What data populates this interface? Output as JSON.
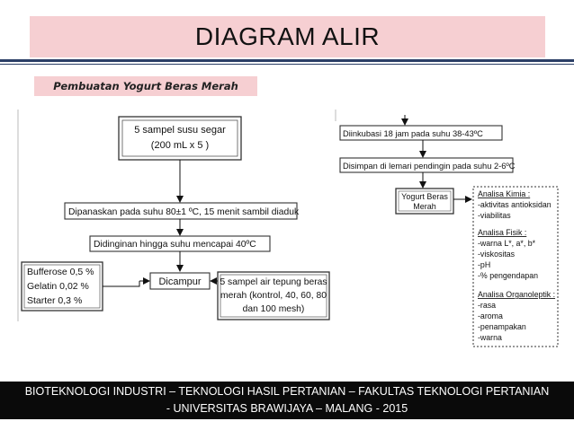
{
  "header": {
    "title": "DIAGRAM ALIR"
  },
  "subtitle": "Pembuatan Yogurt Beras Merah",
  "flow": {
    "susu": {
      "line1": "5 sampel susu segar",
      "line2": "(200 mL x 5 )"
    },
    "panas": "Dipanaskan pada suhu 80±1 ºC, 15 menit sambil diaduk",
    "dingin": "Didinginan hingga suhu mencapai 40ºC",
    "bahan": {
      "line1": "Bufferose 0,5 %",
      "line2": "Gelatin 0,02 %",
      "line3": "Starter 0,3 %"
    },
    "campur": "Dicampur",
    "tepung": {
      "line1": "5 sampel air tepung beras",
      "line2": "merah (kontrol, 40, 60, 80",
      "line3": "dan 100 mesh)"
    },
    "inkubasi": "Diinkubasi 18 jam pada suhu 38-43ºC",
    "simpan": "Disimpan di lemari pendingin pada suhu 2-6ºC",
    "yogurt": {
      "line1": "Yogurt  Beras",
      "line2": "Merah"
    },
    "analisa": {
      "kimia_title": "Analisa Kimia :",
      "kimia_items": [
        "-aktivitas antioksidan",
        "-viabilitas"
      ],
      "fisik_title": "Analisa Fisik :",
      "fisik_items": [
        "-warna L*, a*, b*",
        "-viskositas",
        "-pH",
        "-% pengendapan"
      ],
      "organo_title": "Analisa Organoleptik :",
      "organo_items": [
        "-rasa",
        "-aroma",
        "-penampakan",
        "-warna"
      ]
    }
  },
  "footer": {
    "line1": "BIOTEKNOLOGI INDUSTRI – TEKNOLOGI HASIL PERTANIAN – FAKULTAS TEKNOLOGI PERTANIAN",
    "line2": "- UNIVERSITAS BRAWIJAYA – MALANG - 2015"
  }
}
